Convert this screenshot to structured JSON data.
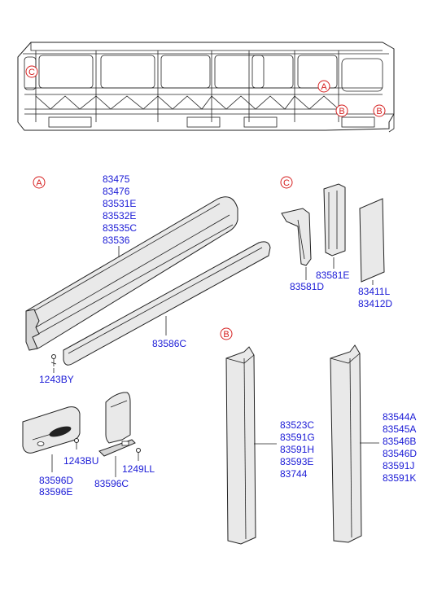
{
  "callouts": {
    "a": "A",
    "b": "B",
    "c": "C"
  },
  "labels": {
    "group_a_main": [
      "83475",
      "83476",
      "83531E",
      "83532E",
      "83535C",
      "83536"
    ],
    "p83586c": "83586C",
    "p1243by": "1243BY",
    "p1243bu": "1243BU",
    "group_83596": [
      "83596D",
      "83596E"
    ],
    "p83596c": "83596C",
    "p1249ll": "1249LL",
    "p83581e": "83581E",
    "p83581d": "83581D",
    "group_83411": [
      "83411L",
      "83412D"
    ],
    "group_b_left": [
      "83523C",
      "83591G",
      "83591H",
      "83593E",
      "83744"
    ],
    "group_b_right": [
      "83544A",
      "83545A",
      "83546B",
      "83546D",
      "83591J",
      "83591K"
    ]
  },
  "colors": {
    "label": "#1a1ad6",
    "callout": "#d62020",
    "line": "#222222",
    "part_fill": "#e9e9e9"
  }
}
